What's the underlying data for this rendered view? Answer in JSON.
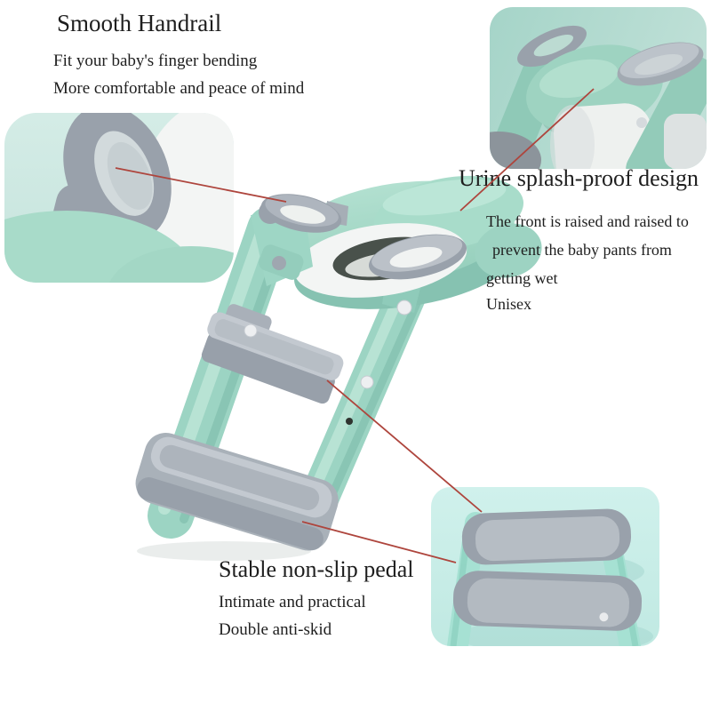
{
  "colors": {
    "page_bg": "#ffffff",
    "text": "#1e1e1e",
    "leader_line": "#ae453d",
    "teal": "#9cd4c3",
    "teal_light": "#bfe7d9",
    "teal_dark": "#82bfae",
    "mint_inset": "#cfe9e3",
    "mint_inset_dark": "#abd9cd",
    "mint_inset_cool": "#cbeee8",
    "gray": "#99a1ab",
    "gray_light": "#c3c9d0",
    "gray_dark": "#8c949b",
    "white_part": "#f3f5f4",
    "seat_opening": "#49514b"
  },
  "annotations": {
    "handrail": {
      "title": "Smooth Handrail",
      "line1": "Fit your baby's finger bending",
      "line2": "More comfortable and peace of mind"
    },
    "splash": {
      "title": "Urine splash-proof design",
      "line1": "The front is raised and raised to",
      "line2": "prevent the baby pants from",
      "line3": "getting wet",
      "line4": "Unisex"
    },
    "pedal": {
      "title": "Stable non-slip pedal",
      "line1": "Intimate and practical",
      "line2": "Double anti-skid"
    }
  }
}
